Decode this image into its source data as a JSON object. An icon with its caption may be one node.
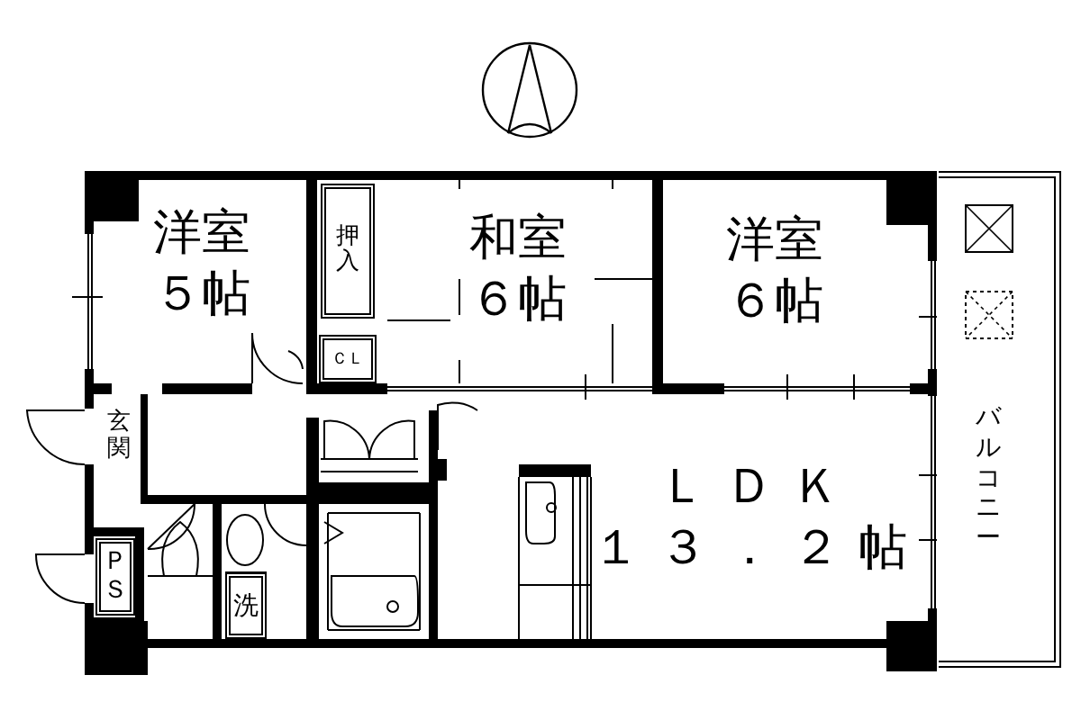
{
  "diagram": {
    "nodes": [
      {
        "text": [
          "洋室",
          "５帖"
        ]
      },
      {
        "text": [
          "押入"
        ]
      },
      {
        "text": [
          "和室",
          "６帖"
        ]
      },
      {
        "text": [
          "洋室",
          "６帖"
        ]
      },
      {
        "text": [
          "ＣＬ"
        ]
      },
      {
        "text": [
          "玄関"
        ]
      },
      {
        "text": [
          "ＬＤＫ",
          "１３．２帖"
        ]
      },
      {
        "text": [
          "ＰＳ"
        ]
      },
      {
        "text": [
          "洗"
        ]
      },
      {
        "text": [
          "バルコニー"
        ]
      }
    ]
  }
}
